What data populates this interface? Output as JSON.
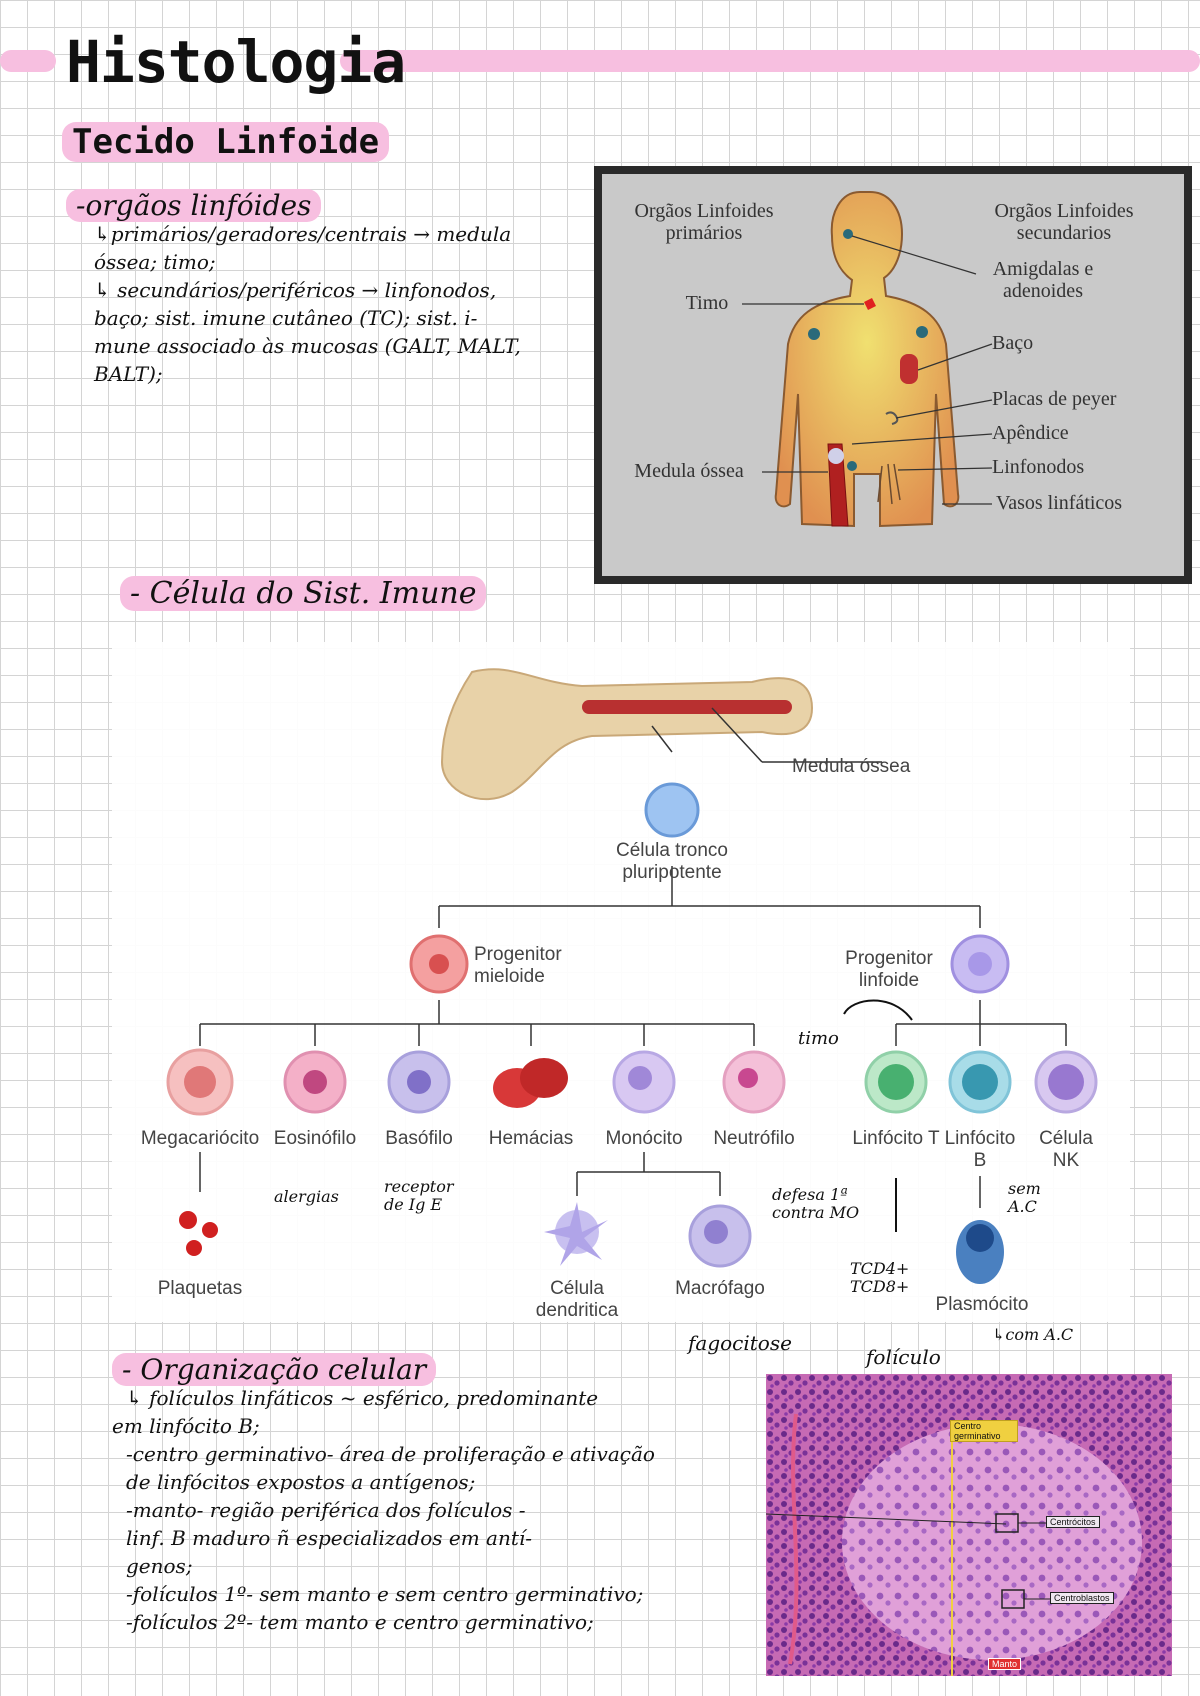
{
  "title": "Histologia",
  "subtitle": "Tecido Linfoide",
  "orgaos_section": {
    "heading": "-orgãos linfóides",
    "lines": [
      "↳primários/geradores/centrais → medula",
      "óssea; timo;",
      "↳ secundários/periféricos → linfonodos,",
      "baço; sist. imune cutâneo (TC); sist. i-",
      "mune associado às mucosas (GALT, MALT,",
      "BALT);"
    ]
  },
  "organ_diagram": {
    "label_primarios": "Orgãos Linfoides primários",
    "label_secundarios": "Orgãos Linfoides secundarios",
    "labels_left": [
      "Timo",
      "Medula óssea"
    ],
    "labels_right": [
      "Amigdalas e adenoides",
      "Baço",
      "Placas de peyer",
      "Apêndice",
      "Linfonodos",
      "Vasos linfáticos"
    ]
  },
  "celulas_heading": "- Célula do Sist. Imune",
  "cell_tree": {
    "medula": "Medula óssea",
    "stem": "Célula tronco pluripotente",
    "progenitor_mieloide": "Progenitor mieloide",
    "progenitor_linfoide": "Progenitor linfoide",
    "myeloid_cells": [
      "Megacariócito",
      "Eosinófilo",
      "Basófilo",
      "Hemácias",
      "Monócito",
      "Neutrófilo"
    ],
    "lymphoid_cells": [
      "Linfócito T",
      "Linfócito B",
      "Célula NK"
    ],
    "plaquetas": "Plaquetas",
    "dendritica": "Célula dendritica",
    "macrofago": "Macrófago",
    "plasmocito": "Plasmócito",
    "annotations": {
      "timo": "timo",
      "alergias": "alergias",
      "receptor": "receptor de Ig E",
      "defesa": "defesa 1ª contra MO",
      "tcd": "TCD4+ TCD8+",
      "sem_ac": "sem A.C",
      "com_ac": "↳com A.C",
      "fagocitose": "fagocitose",
      "foliculo": "folículo"
    }
  },
  "organizacao": {
    "heading": "- Organização celular",
    "lines": [
      "↳ folículos linfáticos ~ esférico, predominante",
      "em linfócito B;",
      "-centro germinativo- área de proliferação e ativação",
      "de linfócitos expostos a antígenos;",
      "-manto- região periférica dos folículos -",
      "linf. B maduro ñ especializados em antí-",
      "genos;",
      "-folículos 1º- sem manto e sem centro germinativo;",
      "-folículos 2º- tem manto e centro germinativo;"
    ]
  },
  "histology": {
    "label_centro": "Centro germinativo",
    "label_centrocitos": "Centrócitos",
    "label_centroblastos": "Centroblastos",
    "label_manto": "Manto"
  },
  "colors": {
    "highlight": "#f7bfe0",
    "grid": "#d4d4d4",
    "body": "#e0a060"
  }
}
